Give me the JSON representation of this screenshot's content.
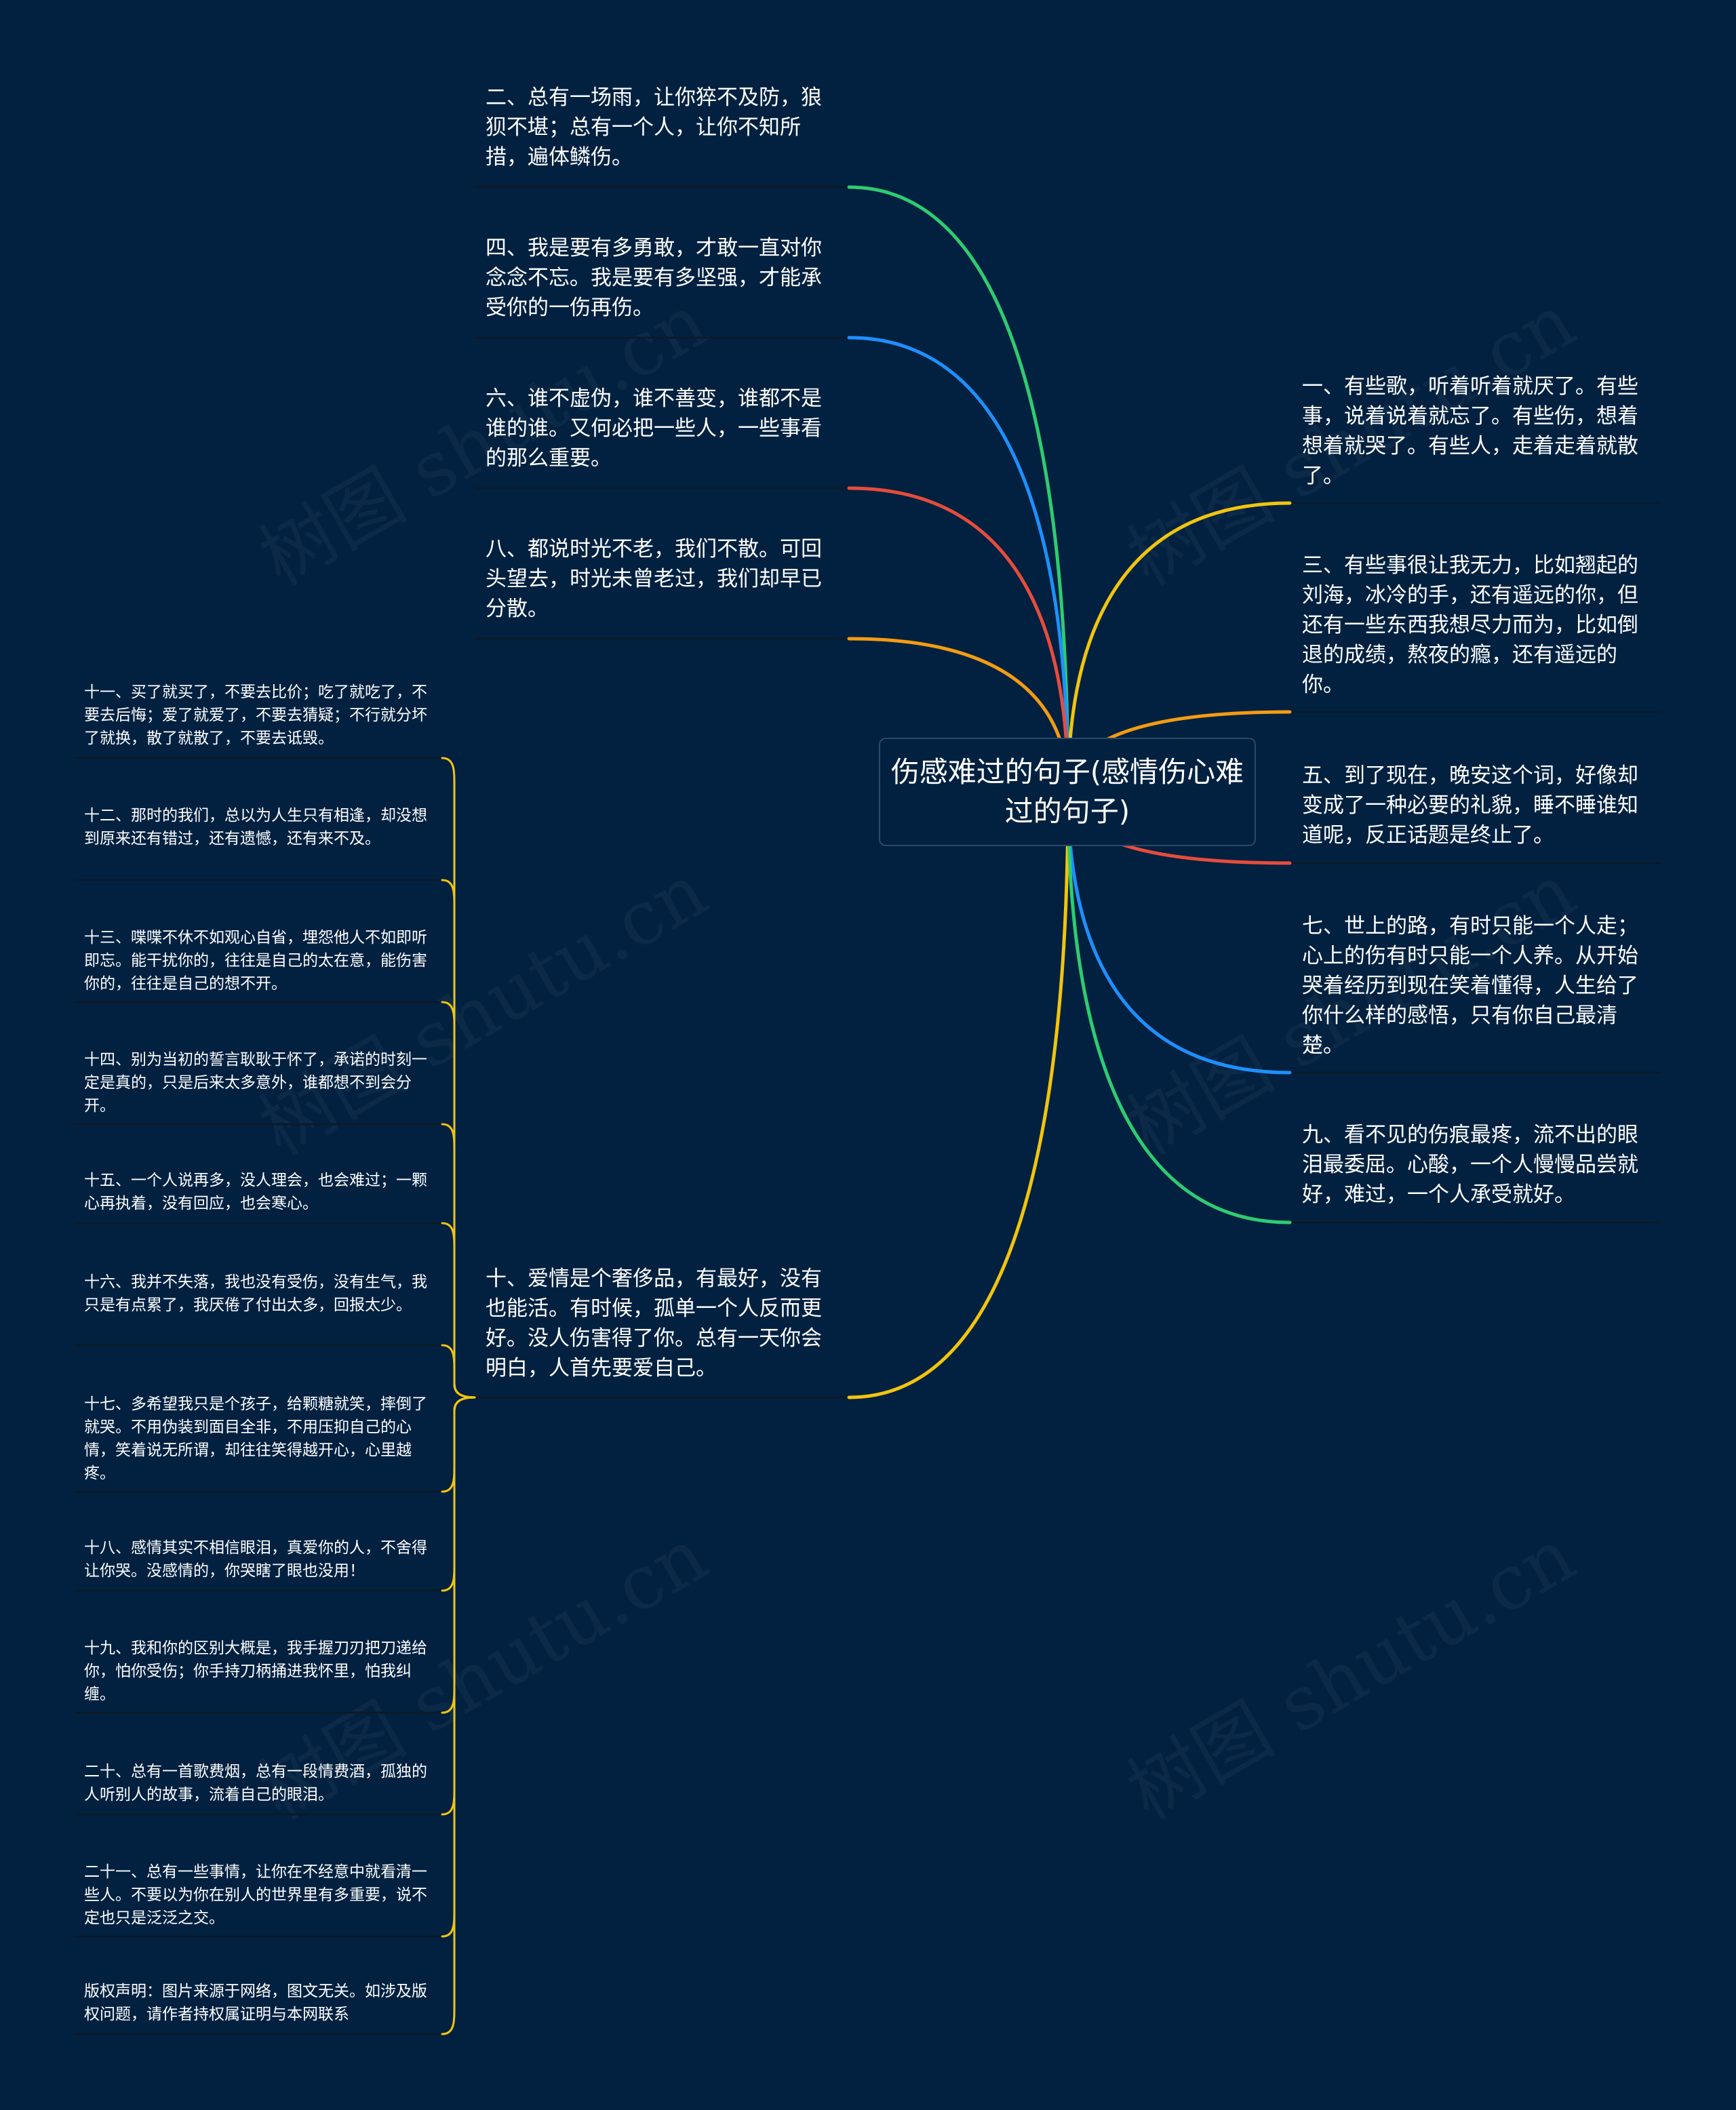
{
  "watermark": "树图 shutu.cn",
  "root": {
    "label": "伤感难过的句子(感情伤心难过的句子)"
  },
  "colors": {
    "background": "#022140",
    "green": "#2ecc71",
    "blue": "#1e90ff",
    "red": "#e74c3c",
    "orange": "#f39c12",
    "yellow": "#f1c40f",
    "underline": "#0b1a2b"
  },
  "left_branches": [
    {
      "id": "b2",
      "color": "green",
      "text": "二、总有一场雨，让你猝不及防，狼狈不堪；总有一个人，让你不知所措，遍体鳞伤。"
    },
    {
      "id": "b4",
      "color": "blue",
      "text": "四、我是要有多勇敢，才敢一直对你念念不忘。我是要有多坚强，才能承受你的一伤再伤。"
    },
    {
      "id": "b6",
      "color": "red",
      "text": "六、谁不虚伪，谁不善变，谁都不是谁的谁。又何必把一些人，一些事看的那么重要。"
    },
    {
      "id": "b8",
      "color": "orange",
      "text": "八、都说时光不老，我们不散。可回头望去，时光未曾老过，我们却早已分散。"
    },
    {
      "id": "b10",
      "color": "yellow",
      "text": "十、爱情是个奢侈品，有最好，没有也能活。有时候，孤单一个人反而更好。没人伤害得了你。总有一天你会明白，人首先要爱自己。"
    }
  ],
  "right_branches": [
    {
      "id": "b1",
      "color": "yellow",
      "text": "一、有些歌，听着听着就厌了。有些事，说着说着就忘了。有些伤，想着想着就哭了。有些人，走着走着就散了。"
    },
    {
      "id": "b3",
      "color": "orange",
      "text": "三、有些事很让我无力，比如翘起的刘海，冰冷的手，还有遥远的你，但还有一些东西我想尽力而为，比如倒退的成绩，熬夜的瘾，还有遥远的你。"
    },
    {
      "id": "b5",
      "color": "red",
      "text": "五、到了现在，晚安这个词，好像却变成了一种必要的礼貌，睡不睡谁知道呢，反正话题是终止了。"
    },
    {
      "id": "b7",
      "color": "blue",
      "text": "七、世上的路，有时只能一个人走；心上的伤有时只能一个人养。从开始哭着经历到现在笑着懂得，人生给了你什么样的感悟，只有你自己最清楚。"
    },
    {
      "id": "b9",
      "color": "green",
      "text": "九、看不见的伤痕最疼，流不出的眼泪最委屈。心酸，一个人慢慢品尝就好，难过，一个人承受就好。"
    }
  ],
  "sub_items": [
    "十一、买了就买了，不要去比价；吃了就吃了，不要去后悔；爱了就爱了，不要去猜疑；不行就分坏了就换，散了就散了，不要去诋毁。",
    "十二、那时的我们，总以为人生只有相逢，却没想到原来还有错过，还有遗憾，还有来不及。",
    "十三、喋喋不休不如观心自省，埋怨他人不如即听即忘。能干扰你的，往往是自己的太在意，能伤害你的，往往是自己的想不开。",
    "十四、别为当初的誓言耿耿于怀了，承诺的时刻一定是真的，只是后来太多意外，谁都想不到会分开。",
    "十五、一个人说再多，没人理会，也会难过；一颗心再执着，没有回应，也会寒心。",
    "十六、我并不失落，我也没有受伤，没有生气，我只是有点累了，我厌倦了付出太多，回报太少。",
    "十七、多希望我只是个孩子，给颗糖就笑，摔倒了就哭。不用伪装到面目全非，不用压抑自己的心情，笑着说无所谓，却往往笑得越开心，心里越疼。",
    "十八、感情其实不相信眼泪，真爱你的人，不舍得让你哭。没感情的，你哭瞎了眼也没用！",
    "十九、我和你的区别大概是，我手握刀刃把刀递给你，怕你受伤；你手持刀柄捅进我怀里，怕我纠缠。",
    "二十、总有一首歌费烟，总有一段情费酒，孤独的人听别人的故事，流着自己的眼泪。",
    "二十一、总有一些事情，让你在不经意中就看清一些人。不要以为你在别人的世界里有多重要，说不定也只是泛泛之交。",
    "版权声明：图片来源于网络，图文无关。如涉及版权问题，请作者持权属证明与本网联系"
  ]
}
